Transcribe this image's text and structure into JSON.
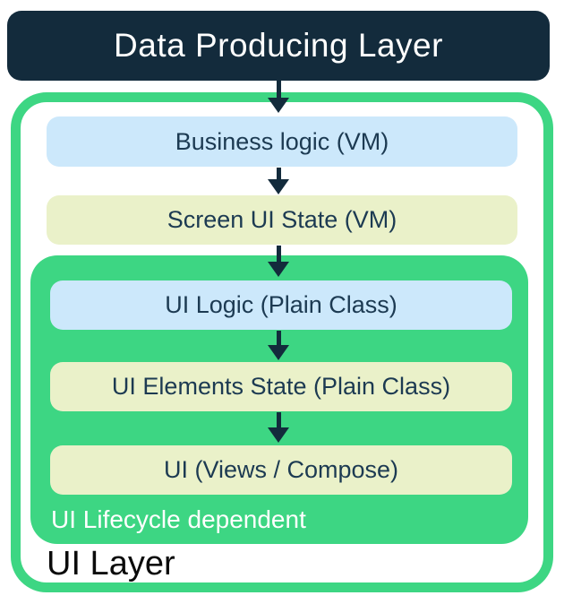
{
  "diagram": {
    "title_box": {
      "label": "Data Producing Layer"
    },
    "ui_layer": {
      "label": "UI Layer",
      "boxes": [
        {
          "label": "Business logic (VM)"
        },
        {
          "label": "Screen UI State (VM)"
        }
      ],
      "lifecycle": {
        "label": "UI Lifecycle dependent",
        "boxes": [
          {
            "label": "UI Logic (Plain Class)"
          },
          {
            "label": "UI Elements State (Plain Class)"
          },
          {
            "label": "UI (Views / Compose)"
          }
        ]
      }
    },
    "colors": {
      "header_navy": "#132B3C",
      "green": "#3DD683",
      "light_blue": "#CCE8FB",
      "cream": "#EAF1C9",
      "label_navy": "#1C3A52",
      "white": "#FFFFFF",
      "black": "#0B0B0B"
    }
  }
}
